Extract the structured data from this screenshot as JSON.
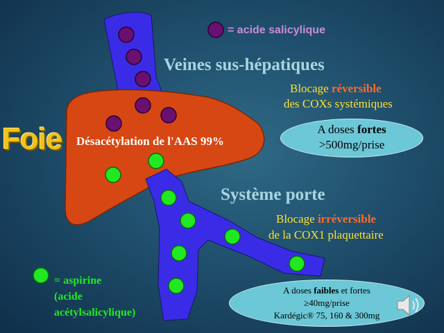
{
  "legend": {
    "salicylique_label": "= acide salicylique",
    "aspirine_line1": "= aspirine",
    "aspirine_line2": "(acide",
    "aspirine_line3": "acétylsalicylique)",
    "colors": {
      "salicylique": "#6a1070",
      "aspirine": "#22e822"
    }
  },
  "organ": {
    "label": "Foie",
    "inner_text": "Désacétylation de l'AAS 99%",
    "color": "#d74713"
  },
  "vessels": {
    "veines_label": "Veines sus-hépatiques",
    "porte_label": "Système porte",
    "color": "#3a2ce6"
  },
  "blocage_reversible": {
    "line1_prefix": "Blocage ",
    "line1_emphasis": "réversible",
    "line2": "des COXs systémiques"
  },
  "blocage_irreversible": {
    "line1_prefix": "Blocage ",
    "line1_emphasis": "irréversible",
    "line2": "de la COX1 plaquettaire"
  },
  "dose_fortes": {
    "prefix": "A doses ",
    "emphasis": "fortes",
    "line2": ">500mg/prise"
  },
  "dose_faibles": {
    "prefix": "A doses ",
    "emphasis": "faibles",
    "suffix": " et fortes",
    "line2": "≥40mg/prise",
    "line3": "Kardégic® 75, 160 & 300mg"
  },
  "icons": {
    "audio": "speaker-icon"
  }
}
